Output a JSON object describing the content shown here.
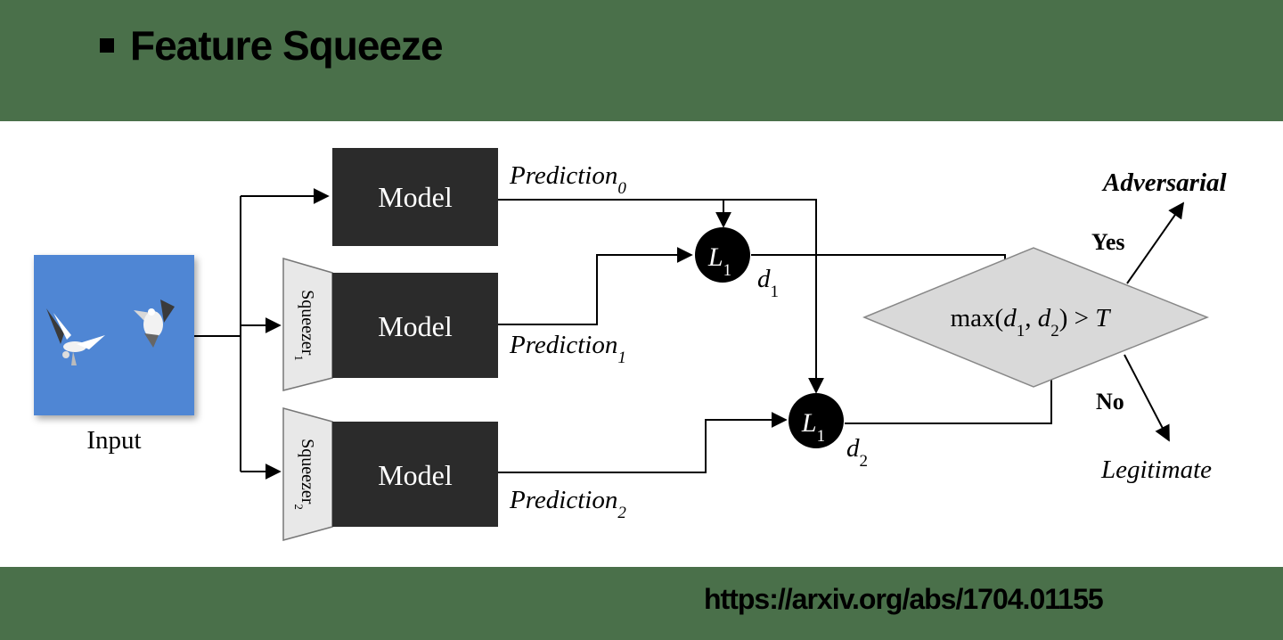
{
  "slide": {
    "title": "Feature Squeeze",
    "source_url": "https://arxiv.org/abs/1704.01155"
  },
  "diagram": {
    "input_label": "Input",
    "model_label": "Model",
    "squeezer_1": "Squeezer",
    "squeezer_1_sub": "1",
    "squeezer_2": "Squeezer",
    "squeezer_2_sub": "2",
    "prediction_0": "Prediction",
    "prediction_0_sub": "0",
    "prediction_1": "Prediction",
    "prediction_1_sub": "1",
    "prediction_2": "Prediction",
    "prediction_2_sub": "2",
    "l1_letter": "L",
    "l1_sub": "1",
    "d1": "d",
    "d1_sub": "1",
    "d2": "d",
    "d2_sub": "2",
    "decision": {
      "prefix": "max(",
      "d": "d",
      "sub1": "1",
      "sep": ", ",
      "sub2": "2",
      "suffix": ") > ",
      "threshold": "T"
    },
    "yes_label": "Yes",
    "no_label": "No",
    "adversarial_label": "Adversarial",
    "legitimate_label": "Legitimate"
  },
  "colors": {
    "background": "#4a704a",
    "panel": "#ffffff",
    "box": "#2b2b2b",
    "squeezer_fill": "#e8e8e8",
    "diamond_fill": "#d9d9d9",
    "sky": "#4f86d4"
  }
}
